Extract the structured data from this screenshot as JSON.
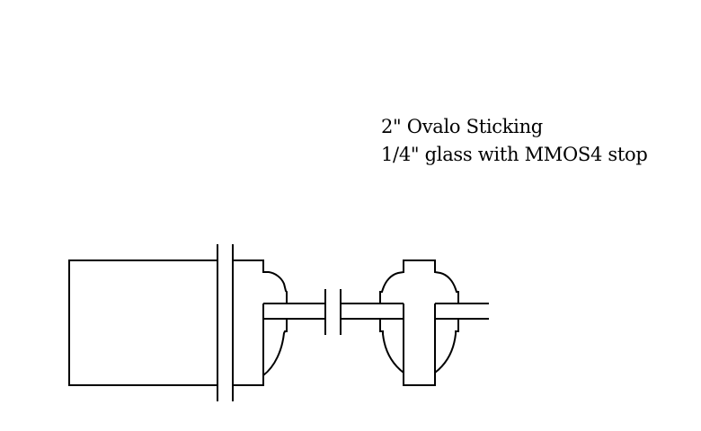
{
  "caption": {
    "line1": "2\" Ovalo Sticking",
    "line2": "1/4\" glass with MMOS4 stop"
  },
  "drawing": {
    "stroke_color": "#000000",
    "background": "#ffffff",
    "components": [
      "rail-block",
      "break-lines-stile",
      "stile-with-ovalo-sticking",
      "glass-pane",
      "break-lines-glass",
      "mullion-with-ovalo-sticking-both-sides"
    ]
  }
}
